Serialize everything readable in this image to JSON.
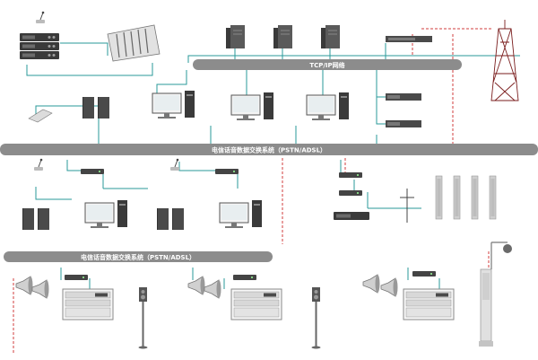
{
  "buses": {
    "tcpip": "TCP/IP网络",
    "pstn_top": "电信话音数据交换系统（PSTN/ADSL）",
    "pstn_bottom": "电信话音数据交换系统（PSTN/ADSL）"
  },
  "colors": {
    "bus": "#8c8c8c",
    "bus_text": "#ffffff",
    "line_teal": "#2a9a9a",
    "line_red": "#d23c3c",
    "device_dark": "#3a3a3a",
    "device_gray": "#9a9a9a",
    "speaker_light": "#c9c9c9",
    "tower": "#7a1d1d"
  },
  "icons": [
    "microphone-icon",
    "server-icon",
    "network-switch-icon",
    "mixer-icon",
    "workstation-icon",
    "speaker-icon",
    "column-speaker-icon",
    "horn-speaker-icon",
    "radio-tower-icon",
    "phone-icon",
    "camera-pole-icon"
  ]
}
